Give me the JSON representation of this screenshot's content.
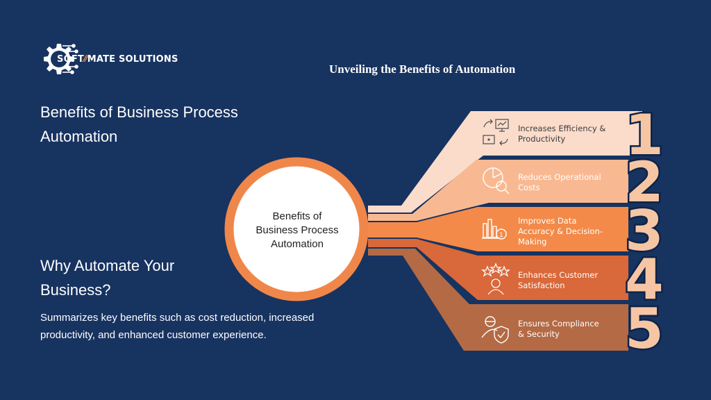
{
  "brand": {
    "name_part1": "SOFT",
    "name_part2": "MATE SOLUTIONS"
  },
  "slide_title": "Unveiling the Benefits of Automation",
  "left": {
    "heading_line1": "Benefits of Business Process",
    "heading_line2": "Automation",
    "subheading_line1": "Why Automate Your",
    "subheading_line2": "Business?",
    "summary": "Summarizes key benefits such as cost reduction, increased productivity, and enhanced customer experience."
  },
  "center": {
    "line1": "Benefits of",
    "line2": "Business Process",
    "line3": "Automation"
  },
  "steps": [
    {
      "number": "1",
      "line1": "Increases Efficiency &",
      "line2": "Productivity",
      "line3": "",
      "icon": "efficiency-monitor-icon",
      "color": "#fbdccb",
      "text_color": "#3a3a3a"
    },
    {
      "number": "2",
      "line1": "Reduces Operational",
      "line2": "Costs",
      "line3": "",
      "icon": "cost-chart-search-icon",
      "color": "#f8b992",
      "text_color": "#ffffff"
    },
    {
      "number": "3",
      "line1": "Improves Data",
      "line2": "Accuracy & Decision-",
      "line3": "Making",
      "icon": "data-bar-chart-icon",
      "color": "#f38a49",
      "text_color": "#ffffff"
    },
    {
      "number": "4",
      "line1": "Enhances Customer",
      "line2": "Satisfaction",
      "line3": "",
      "icon": "customer-stars-icon",
      "color": "#d9683a",
      "text_color": "#ffffff"
    },
    {
      "number": "5",
      "line1": "Ensures Compliance",
      "line2": "& Security",
      "line3": "",
      "icon": "user-shield-icon",
      "color": "#b36a45",
      "text_color": "#ffffff"
    }
  ],
  "colors": {
    "background": "#173360",
    "ring": "#f0874a",
    "number_fill": "#f6c6a4",
    "number_outline": "#0f2347"
  }
}
